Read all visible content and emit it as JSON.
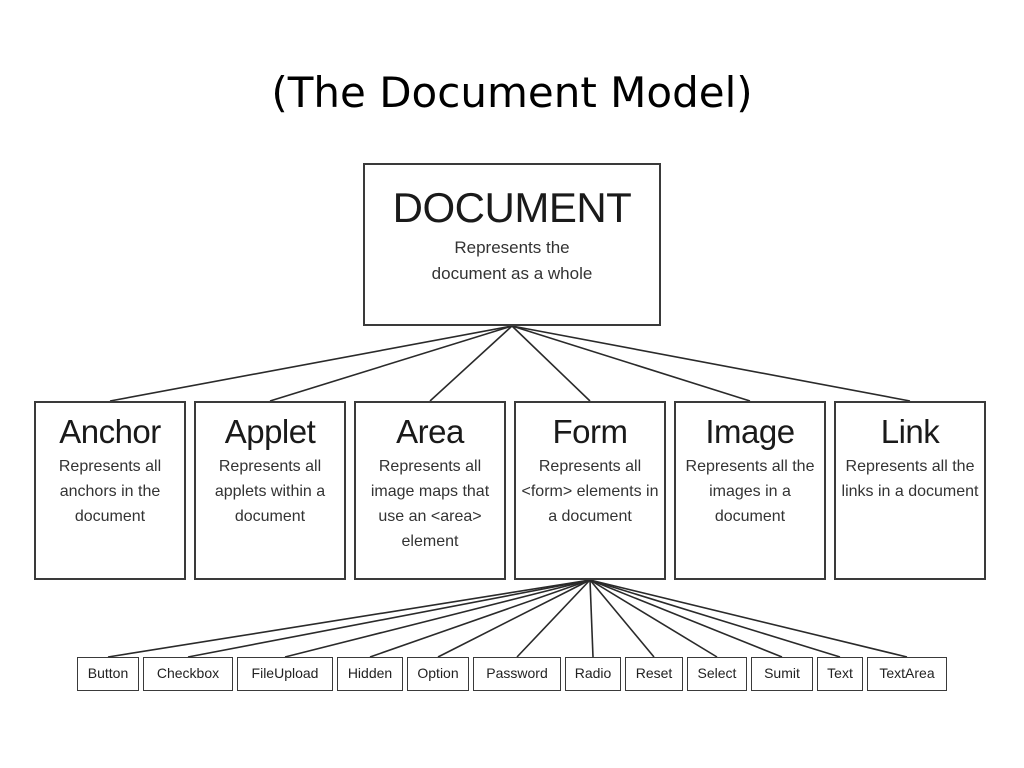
{
  "title": "(The Document Model)",
  "root": {
    "name": "DOCUMENT",
    "description": "Represents the document as a whole"
  },
  "children": [
    {
      "name": "Anchor",
      "description": "Represents all anchors in the document"
    },
    {
      "name": "Applet",
      "description": "Represents all applets within a document"
    },
    {
      "name": "Area",
      "description": "Represents all image maps that use an <area> element"
    },
    {
      "name": "Form",
      "description": "Represents all <form> elements in a document"
    },
    {
      "name": "Image",
      "description": "Represents all the images in a document"
    },
    {
      "name": "Link",
      "description": "Represents all the links in a document"
    }
  ],
  "form_elements": [
    "Button",
    "Checkbox",
    "FileUpload",
    "Hidden",
    "Option",
    "Password",
    "Radio",
    "Reset",
    "Select",
    "Sumit",
    "Text",
    "TextArea"
  ]
}
